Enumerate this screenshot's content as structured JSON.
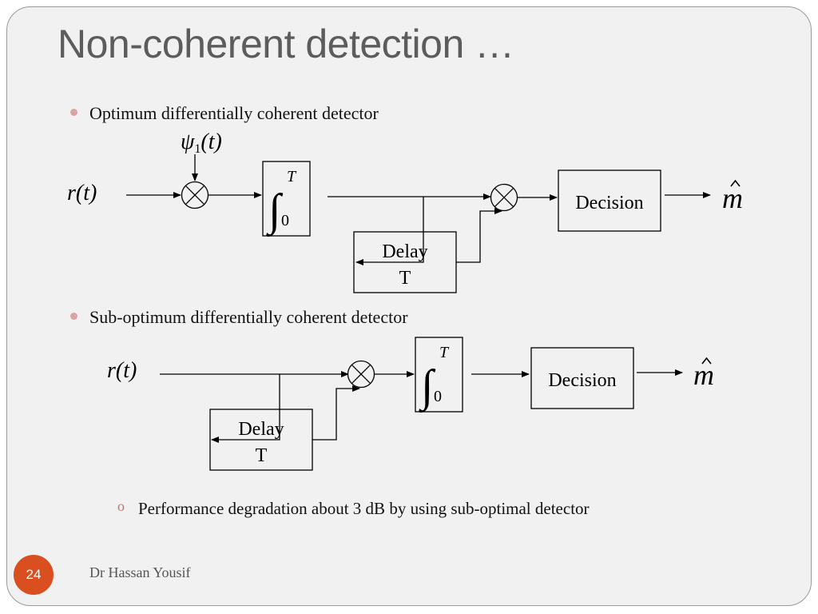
{
  "slide": {
    "title": "Non-coherent detection …",
    "page_number": "24",
    "author": "Dr Hassan Yousif",
    "accent_color": "#d94f1f"
  },
  "bullets": [
    {
      "text": "Optimum differentially coherent detector"
    },
    {
      "text": "Sub-optimum differentially coherent detector"
    }
  ],
  "sub_bullet": {
    "marker": "o",
    "text": "Performance degradation about 3 dB by using sub-optimal detector"
  },
  "diagram1": {
    "input_label": "r(t)",
    "basis_psi": "ψ",
    "basis_sub": "1",
    "basis_arg": "(t)",
    "integral_upper": "T",
    "integral_lower": "0",
    "delay_label_line1": "Delay",
    "delay_label_line2": "T",
    "decision_label": "Decision",
    "output_label": "m"
  },
  "diagram2": {
    "input_label": "r(t)",
    "integral_upper": "T",
    "integral_lower": "0",
    "delay_label_line1": "Delay",
    "delay_label_line2": "T",
    "decision_label": "Decision",
    "output_label": "m"
  }
}
